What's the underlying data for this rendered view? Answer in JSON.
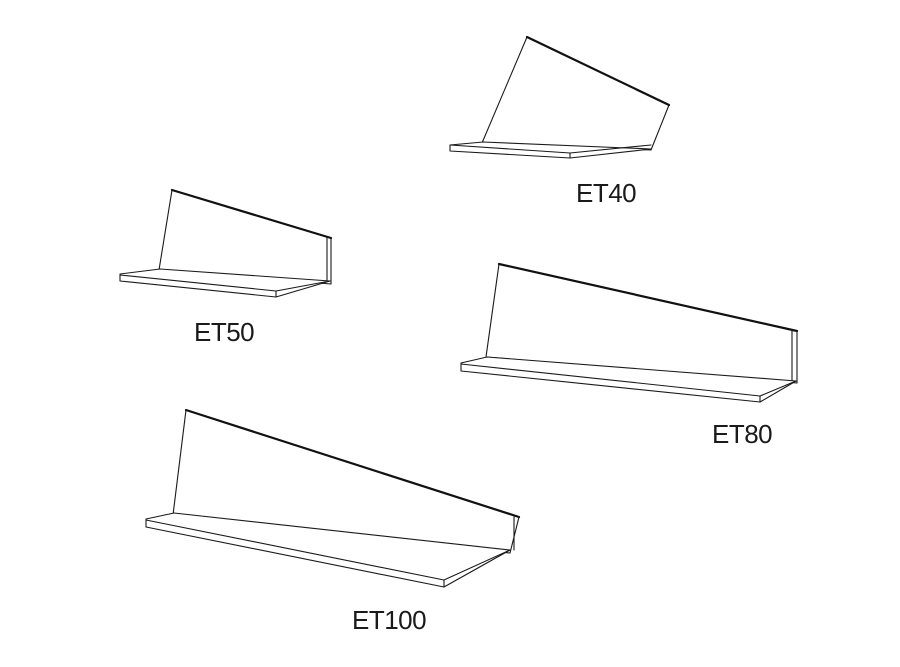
{
  "shelves": [
    {
      "id": "et40",
      "label": "ET40"
    },
    {
      "id": "et50",
      "label": "ET50"
    },
    {
      "id": "et80",
      "label": "ET80"
    },
    {
      "id": "et100",
      "label": "ET100"
    }
  ],
  "colors": {
    "line": "#1a1a1a",
    "background": "#ffffff"
  }
}
